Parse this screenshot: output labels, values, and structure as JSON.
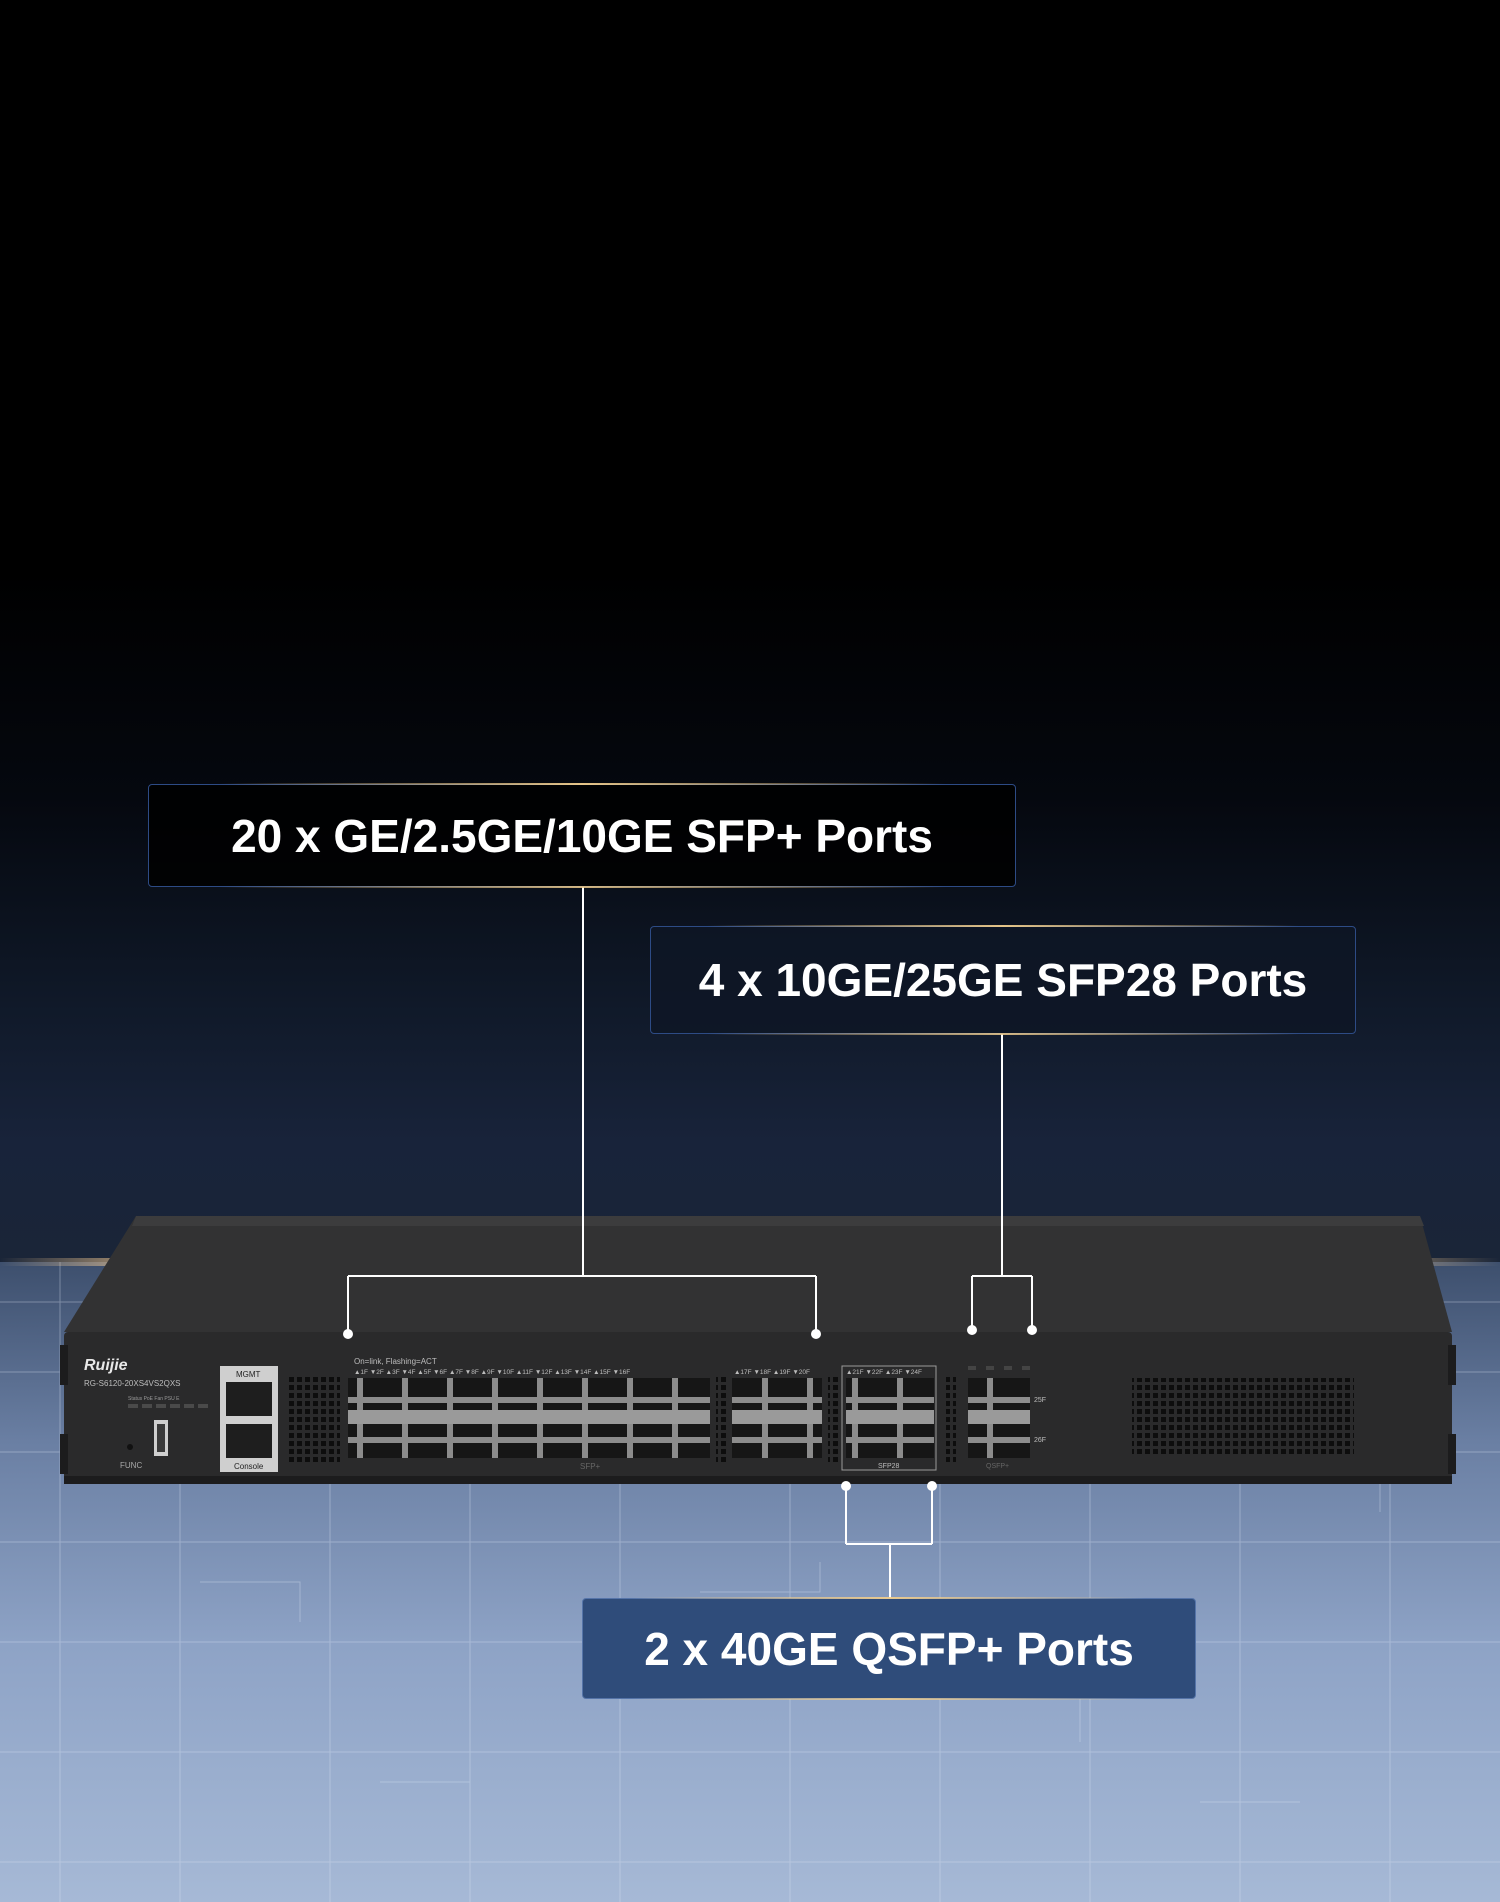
{
  "callouts": {
    "sfp": "20 x GE/2.5GE/10GE SFP+ Ports",
    "sfp28": "4 x 10GE/25GE SFP28 Ports",
    "qsfp": "2 x 40GE QSFP+ Ports"
  },
  "device": {
    "brand": "Ruijie",
    "model": "RG-S6120-20XS4VS2QXS",
    "status_leds": "Status  PoE  Fan  PSU  E",
    "func_label": "FUNC",
    "mgmt_label": "MGMT",
    "console_label": "Console",
    "link_legend": "On=link, Flashing=ACT",
    "sfp_group_label": "SFP+",
    "sfp28_group_label": "SFP28",
    "qsfp_group_label": "QSFP+",
    "qsfp_port_25": "25F",
    "qsfp_port_26": "26F",
    "sfp_port_labels_a": "▲1F ▼2F ▲3F ▼4F ▲5F ▼6F ▲7F ▼8F ▲9F ▼10F ▲11F ▼12F ▲13F ▼14F ▲15F ▼16F",
    "sfp_port_labels_b": "▲17F ▼18F ▲19F ▼20F",
    "sfp28_port_labels": "▲21F ▼22F ▲23F ▼24F"
  },
  "colors": {
    "device_body": "#2a2a2b",
    "callout_border": "#2d4b85",
    "accent_gold": "#f0cd8c",
    "qsfp_callout_bg": "#2f4c7a"
  }
}
